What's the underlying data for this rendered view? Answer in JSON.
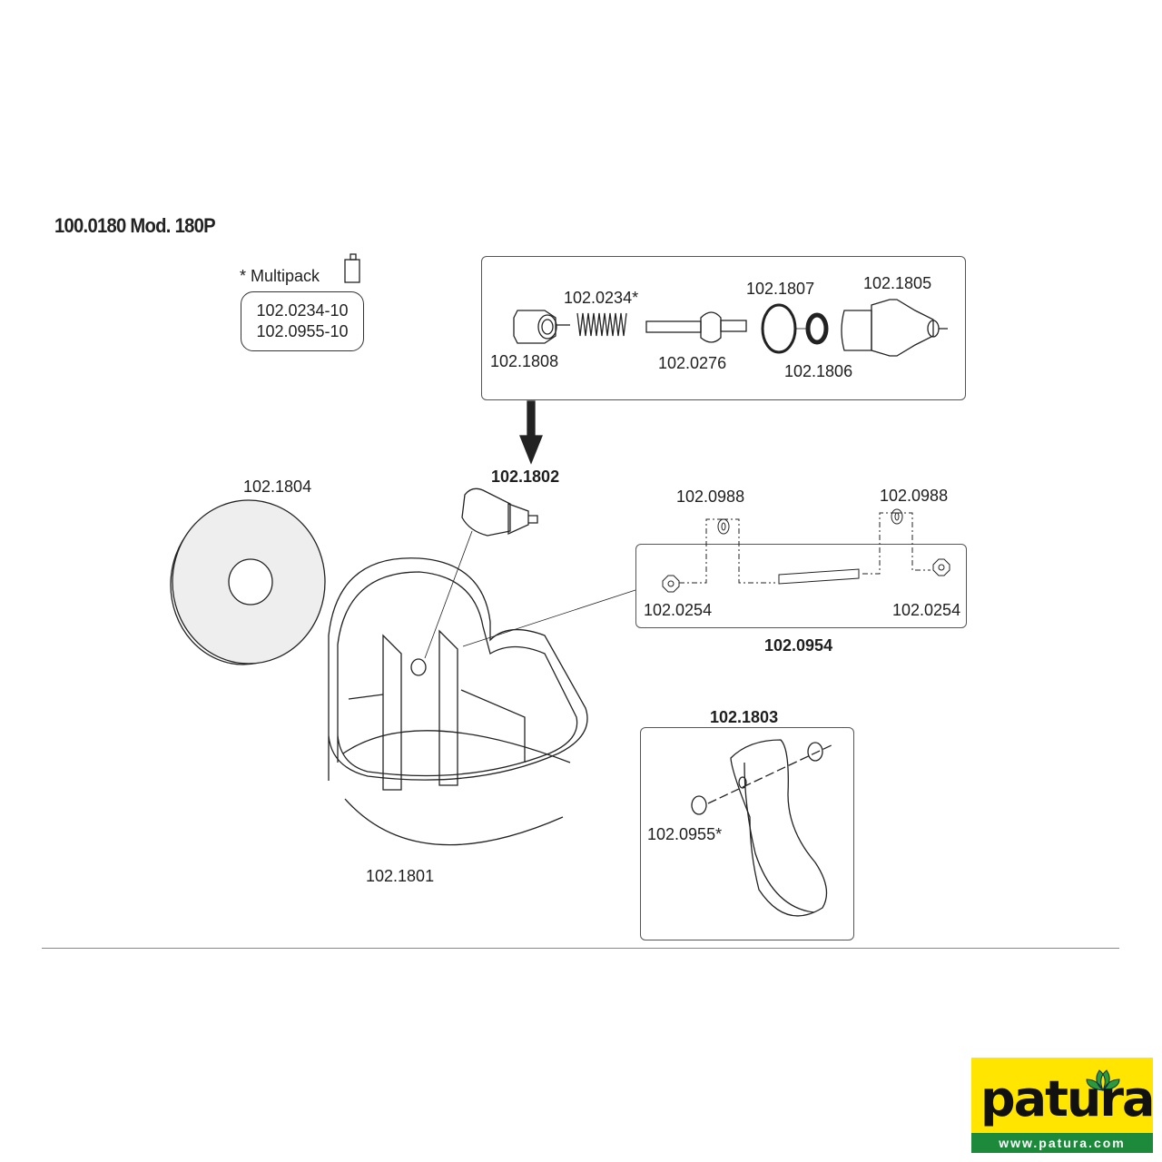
{
  "title": "100.0180 Mod. 180P",
  "multipack": {
    "label": "* Multipack",
    "items": [
      "102.0234-10",
      "102.0955-10"
    ]
  },
  "valve_parts": {
    "p0234": "102.0234*",
    "p1808": "102.1808",
    "p0276": "102.0276",
    "p1807": "102.1807",
    "p1805": "102.1805",
    "p1806": "102.1806"
  },
  "valve_assembly": "102.1802",
  "disk": "102.1804",
  "bowl": "102.1801",
  "axle_set": {
    "title": "102.0954",
    "washer_left": "102.0988",
    "washer_right": "102.0988",
    "nut_left": "102.0254",
    "nut_right": "102.0254"
  },
  "paddle": {
    "title": "102.1803",
    "bushing": "102.0955*"
  },
  "logo": {
    "brand": "patura",
    "url": "www.patura.com",
    "colors": {
      "yellow": "#ffe500",
      "green": "#1d8a3b"
    }
  }
}
